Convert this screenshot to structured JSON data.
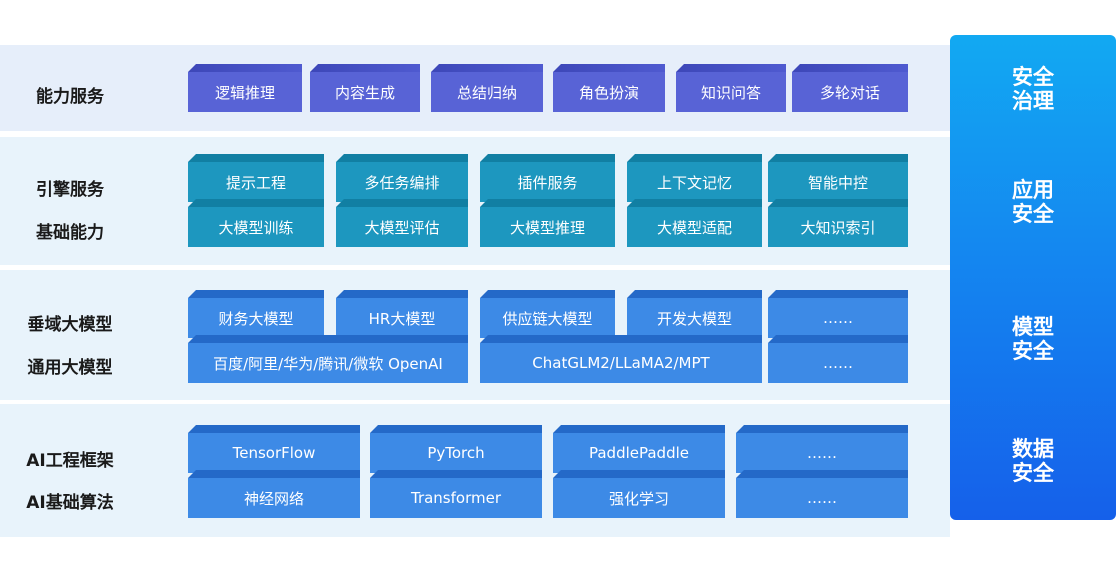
{
  "sections": [
    {
      "labels": [
        "能力服务"
      ],
      "rows": [
        [
          "逻辑推理",
          "内容生成",
          "总结归纳",
          "角色扮演",
          "知识问答",
          "多轮对话"
        ]
      ]
    },
    {
      "labels": [
        "引擎服务",
        "基础能力"
      ],
      "rows": [
        [
          "提示工程",
          "多任务编排",
          "插件服务",
          "上下文记忆",
          "智能中控"
        ],
        [
          "大模型训练",
          "大模型评估",
          "大模型推理",
          "大模型适配",
          "大知识索引"
        ]
      ]
    },
    {
      "labels": [
        "垂域大模型",
        "通用大模型"
      ],
      "rows": [
        [
          "财务大模型",
          "HR大模型",
          "供应链大模型",
          "开发大模型",
          "……"
        ],
        [
          "百度/阿里/华为/腾讯/微软 OpenAI",
          "ChatGLM2/LLaMA2/MPT",
          "……"
        ]
      ]
    },
    {
      "labels": [
        "AI工程框架",
        "AI基础算法"
      ],
      "rows": [
        [
          "TensorFlow",
          "PyTorch",
          "PaddlePaddle",
          "……"
        ],
        [
          "神经网络",
          "Transformer",
          "强化学习",
          "……"
        ]
      ]
    }
  ],
  "security": [
    [
      "安全",
      "治理"
    ],
    [
      "应用",
      "安全"
    ],
    [
      "模型",
      "安全"
    ],
    [
      "数据",
      "安全"
    ]
  ],
  "colors": {
    "band": "#e8f3fb",
    "purple": "#5863d6",
    "teal": "#1d97bf",
    "blue": "#3d8ae6",
    "security_top": "#12a9f2",
    "security_bottom": "#1560ea"
  }
}
